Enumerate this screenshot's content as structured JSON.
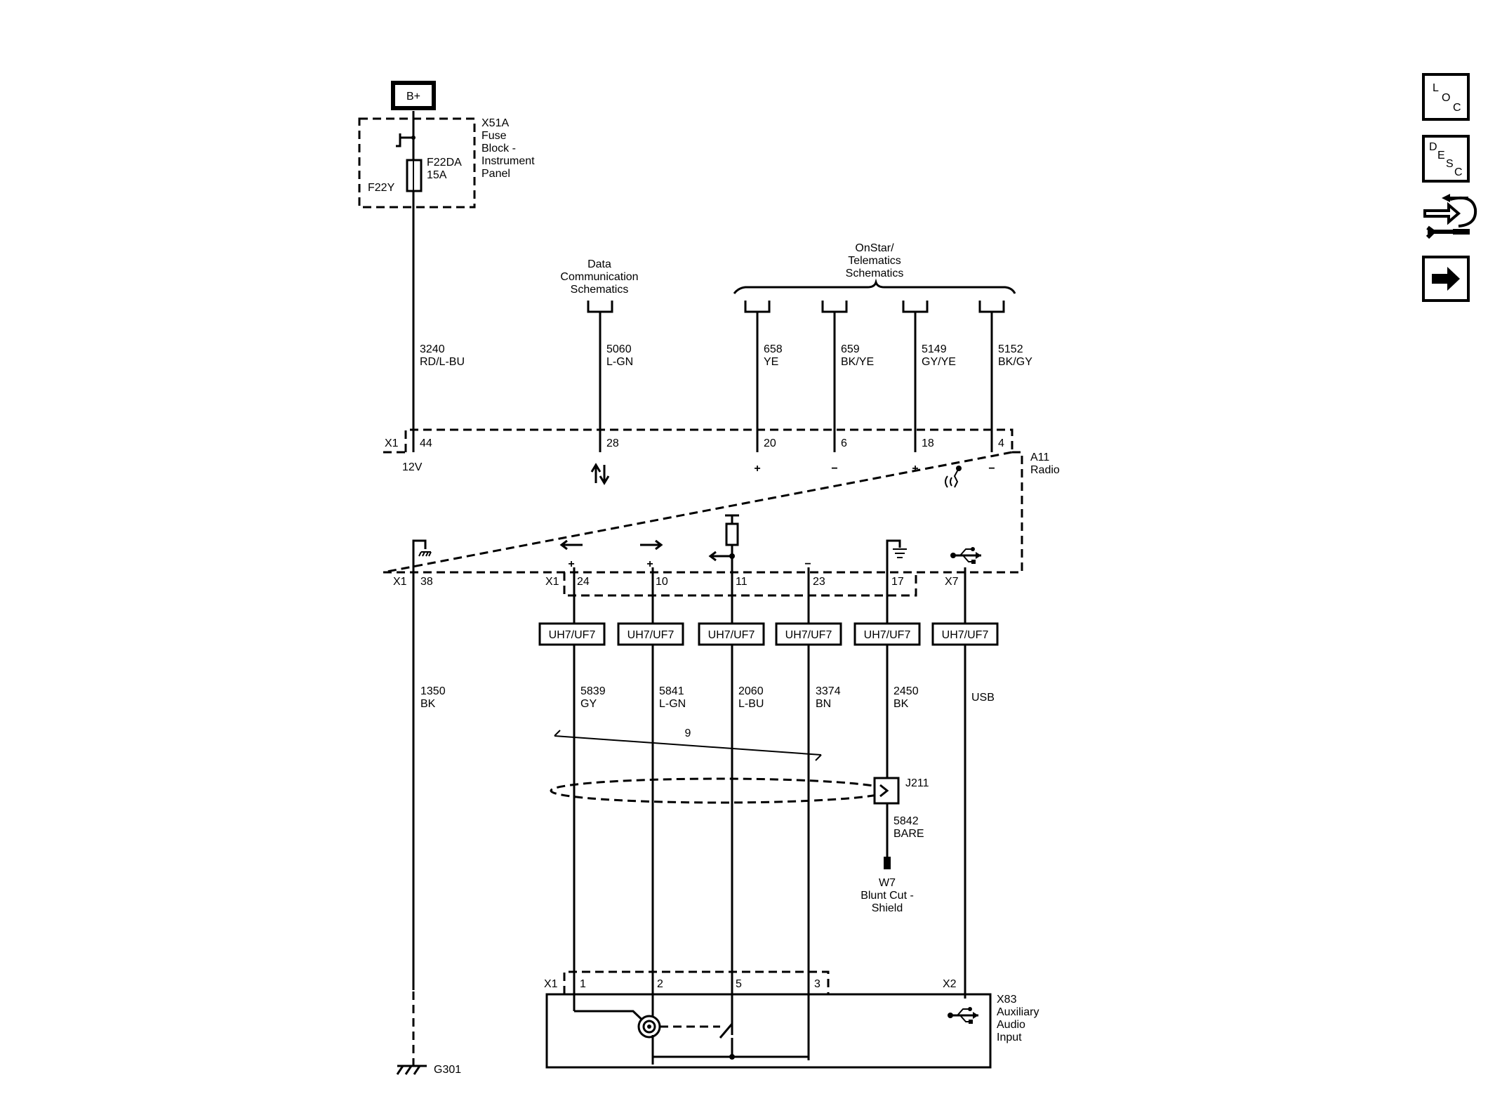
{
  "power": {
    "label": "B+"
  },
  "fuse_block": {
    "lines": [
      "X51A",
      "Fuse",
      "Block -",
      "Instrument",
      "Panel"
    ],
    "fuse_id": "F22DA",
    "fuse_rating": "15A",
    "fuse_terminal": "F22Y"
  },
  "top_refs": {
    "data_comm": [
      "Data",
      "Communication",
      "Schematics"
    ],
    "onstar": [
      "OnStar/",
      "Telematics",
      "Schematics"
    ]
  },
  "top_wires": [
    {
      "circuit": "3240",
      "color": "RD/L-BU"
    },
    {
      "circuit": "5060",
      "color": "L-GN"
    },
    {
      "circuit": "658",
      "color": "YE"
    },
    {
      "circuit": "659",
      "color": "BK/YE"
    },
    {
      "circuit": "5149",
      "color": "GY/YE"
    },
    {
      "circuit": "5152",
      "color": "BK/GY"
    }
  ],
  "radio": {
    "lines": [
      "A11",
      "Radio"
    ],
    "connector_top": "X1",
    "connector_bottom": "X1",
    "connector_bottom2": "X1",
    "connector_usb": "X7",
    "top_pins": [
      "44",
      "28",
      "20",
      "6",
      "18",
      "4"
    ],
    "supply_label": "12V",
    "top_pin_signs": [
      "+",
      "−",
      "+",
      "−"
    ],
    "bottom_pins": [
      "38",
      "24",
      "10",
      "11",
      "23",
      "17"
    ],
    "bottom_pin_signs": [
      "+",
      "+",
      "−"
    ]
  },
  "option_boxes": [
    "UH7/UF7",
    "UH7/UF7",
    "UH7/UF7",
    "UH7/UF7",
    "UH7/UF7",
    "UH7/UF7"
  ],
  "bottom_wires": [
    {
      "circuit": "1350",
      "color": "BK"
    },
    {
      "circuit": "5839",
      "color": "GY"
    },
    {
      "circuit": "5841",
      "color": "L-GN"
    },
    {
      "circuit": "2060",
      "color": "L-BU"
    },
    {
      "circuit": "3374",
      "color": "BN"
    },
    {
      "circuit": "2450",
      "color": "BK"
    },
    {
      "circuit": "",
      "color": "USB"
    }
  ],
  "twist": {
    "label": "9"
  },
  "splice": {
    "id": "J211",
    "circuit": "5842",
    "color": "BARE"
  },
  "shield": {
    "lines": [
      "W7",
      "Blunt Cut -",
      "Shield"
    ]
  },
  "ground": {
    "label": "G301"
  },
  "aux": {
    "lines": [
      "X83",
      "Auxiliary",
      "Audio",
      "Input"
    ],
    "connector": "X1",
    "connector_usb": "X2",
    "pins": [
      "1",
      "2",
      "5",
      "3"
    ]
  },
  "side_buttons": [
    {
      "name": "loc-button",
      "letters": [
        "L",
        "O",
        "C"
      ]
    },
    {
      "name": "desc-button",
      "letters": [
        "D",
        "E",
        "S",
        "C"
      ]
    },
    {
      "name": "connector-repair-button",
      "icon": "connector-repair-icon"
    },
    {
      "name": "next-page-button",
      "icon": "arrow-right-icon"
    }
  ]
}
